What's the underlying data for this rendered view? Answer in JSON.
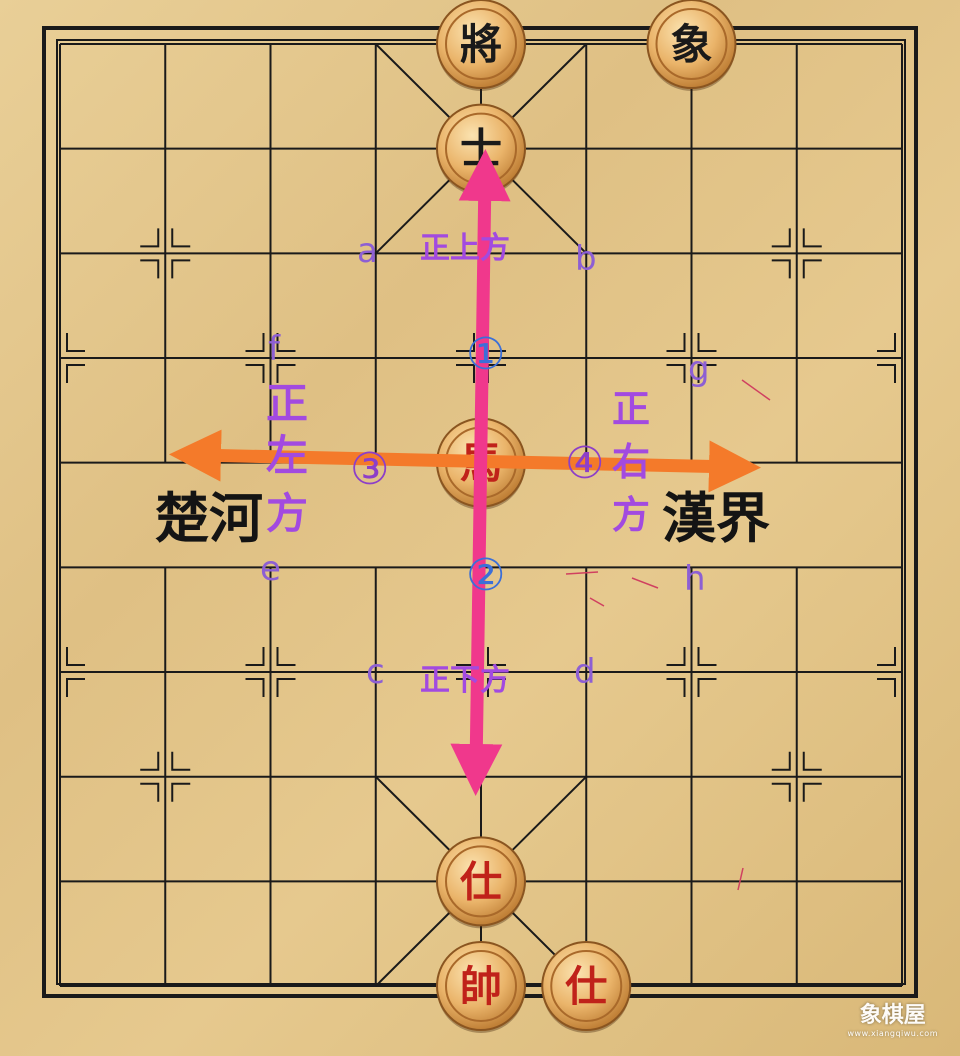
{
  "board": {
    "river_left": "楚河",
    "river_right": "漢界"
  },
  "pieces": [
    {
      "id": "black-general",
      "text": "將",
      "side": "black",
      "file": 4,
      "rank": 0
    },
    {
      "id": "black-elephant",
      "text": "象",
      "side": "black",
      "file": 6,
      "rank": 0
    },
    {
      "id": "black-advisor",
      "text": "士",
      "side": "black",
      "file": 4,
      "rank": 1
    },
    {
      "id": "red-horse",
      "text": "馬",
      "side": "red",
      "file": 4,
      "rank": 4
    },
    {
      "id": "red-advisor-mid",
      "text": "仕",
      "side": "red",
      "file": 4,
      "rank": 8
    },
    {
      "id": "red-king",
      "text": "帥",
      "side": "red",
      "file": 4,
      "rank": 9
    },
    {
      "id": "red-advisor-right",
      "text": "仕",
      "side": "red",
      "file": 5,
      "rank": 9
    }
  ],
  "direction_labels": {
    "up": "正上方",
    "down": "正下方",
    "left": [
      "正",
      "左",
      "方"
    ],
    "right": [
      "正",
      "右",
      "方"
    ]
  },
  "circled_numbers": [
    "①",
    "②",
    "③",
    "④"
  ],
  "point_letters": [
    "a",
    "b",
    "c",
    "d",
    "e",
    "f",
    "g",
    "h"
  ],
  "colors": {
    "arrow_vertical": "#f0388c",
    "arrow_horizontal": "#f47a2a",
    "label_purple": "#a24ae0",
    "letter_purple": "#8d5fd3",
    "circle_blue": "#3b6fd8",
    "red_piece_text": "#c0221a",
    "black_piece_text": "#1a1a1a"
  },
  "watermark": {
    "name": "象棋屋",
    "url": "www.xiangqiwu.com"
  }
}
